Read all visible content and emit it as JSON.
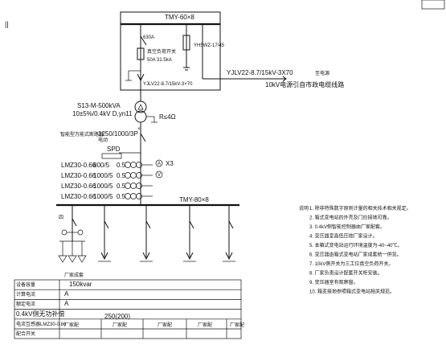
{
  "corner_mark": "||",
  "top_busbar": "TMY-60×8",
  "hv_breaker": {
    "rating": "630A",
    "breaking": "50A 31.5kA",
    "label": "真空负荷开关"
  },
  "arrester": "YH5WZ-17/45",
  "hv_cable_in": "YJLV22-8.7/15kV-3X70",
  "hv_cable_in_note": "至电源",
  "hv_source_note": "10kV电源引自市政电缆线路",
  "hv_cable_out": "YJLV22-8.7/15kV-3×70",
  "transformer": {
    "model": "S13-M-500kVA",
    "ratio": "10±5%/0.4kV D,yn11"
  },
  "grounding": "R≤4Ω",
  "lv_main_breaker": {
    "label": "智能型万能式断路器",
    "rating": "1250/1000/3P",
    "sub": "电动"
  },
  "spd": "SPD",
  "ct_rows": [
    {
      "model": "LMZ30-0.66",
      "ratio": "800/5",
      "cls": "0.5"
    },
    {
      "model": "LMZ30-0.66",
      "ratio": "1000/5",
      "cls": "0.5"
    },
    {
      "model": "LMZ30-0.66",
      "ratio": "1000/5",
      "cls": "0.5"
    },
    {
      "model": "LMZ30-0.66",
      "ratio": "1000/5",
      "cls": "0.5"
    }
  ],
  "meter_a": "A",
  "meter_x3": "X3",
  "meter_v": "V",
  "lv_busbar": "TMY-80×8",
  "cap_mark": "四",
  "notes_title": "说明",
  "notes": [
    "1. 除非特殊数字原则计量的相关技术相关规定。",
    "2. 箱式变电站的外壳及门应接地可靠。",
    "3. 0.4kV侧智能控制器由厂家配套。",
    "4. 变压器室高低压按厂家设计。",
    "5. 本箱式变电站运行环境温度为-40~40℃。",
    "6. 变压器由箱式变电站厂家成套统一供货。",
    "7. 10kV侧开关为三工位真空负荷开关。",
    "8. 厂家负责设计配套开关柜安装。",
    "9. 变压器室有观察窗。",
    "10. 箱变接地参照箱式变电站相关规范。"
  ],
  "table": {
    "rows": [
      {
        "label": "设备容量",
        "value": "150kvar"
      },
      {
        "label": "计算电流",
        "value": "A"
      },
      {
        "label": "额定电流",
        "value": "A"
      },
      {
        "label": "0.4kV侧无功补偿",
        "value": ""
      },
      {
        "label": "电流互感器LMZ30-0.66",
        "value": ""
      },
      {
        "label": "配合开关",
        "value": ""
      }
    ],
    "ct_value": "250(200)",
    "header_note": "厂家成套",
    "vendor_cells": [
      "厂家配",
      "厂家配",
      "厂家配",
      "厂家配",
      "厂家配"
    ]
  }
}
